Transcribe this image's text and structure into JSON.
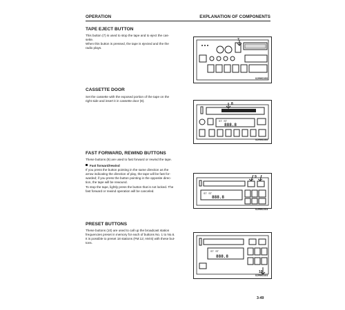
{
  "header": {
    "left": "OPERATION",
    "right": "EXPLANATION OF COMPONENTS"
  },
  "sections": [
    {
      "title": "TAPE EJECT BUTTON",
      "paragraphs": [
        "This button (7) is used to stop the tape and to eject the cas-",
        "sette.",
        "When this button is pressed, the tape is ejected and the the",
        "radio plays."
      ],
      "figure_code": "SJM05355"
    },
    {
      "title": "CASSETTE DOOR",
      "paragraphs": [
        "Set the cassette with the exposed portion of the tape on the",
        "right side and insert it in cassette door (8)."
      ],
      "figure_code": "SJM05356"
    },
    {
      "title": "FAST FORWARD, REWIND BUTTONS",
      "paragraphs": [
        "These buttons (9) are used to fast forward or rewind the tape."
      ],
      "bullet_title": "Fast forward/rewind",
      "bullet_lines": [
        "If you press the button pointing in the same direction as the",
        "arrow indicating the direction of play, the tape will be fast for-",
        "warded; if you press the button pointing in the opposite direc-",
        "tion, the tape will be rewound.",
        "To stop the tape, lightly press the button that is not locked. The",
        "fast forward or rewind operation will be canceled."
      ],
      "figure_code": "SJM05364"
    },
    {
      "title": "PRESET BUTTONS",
      "paragraphs": [
        "These buttons (10) are used to call up the broadcast station",
        "frequencies preset in memory for each of buttons No. 1 to No.6.",
        "It is possible to preset 18 stations (FM:12; AM:6) with these but-",
        "tons."
      ],
      "figure_code": "SJM05341"
    }
  ],
  "figure_callouts": [
    "7",
    "8",
    "9",
    "10"
  ],
  "display_readout": "888.8",
  "display_text": "ST ST",
  "page_number": "3-49"
}
